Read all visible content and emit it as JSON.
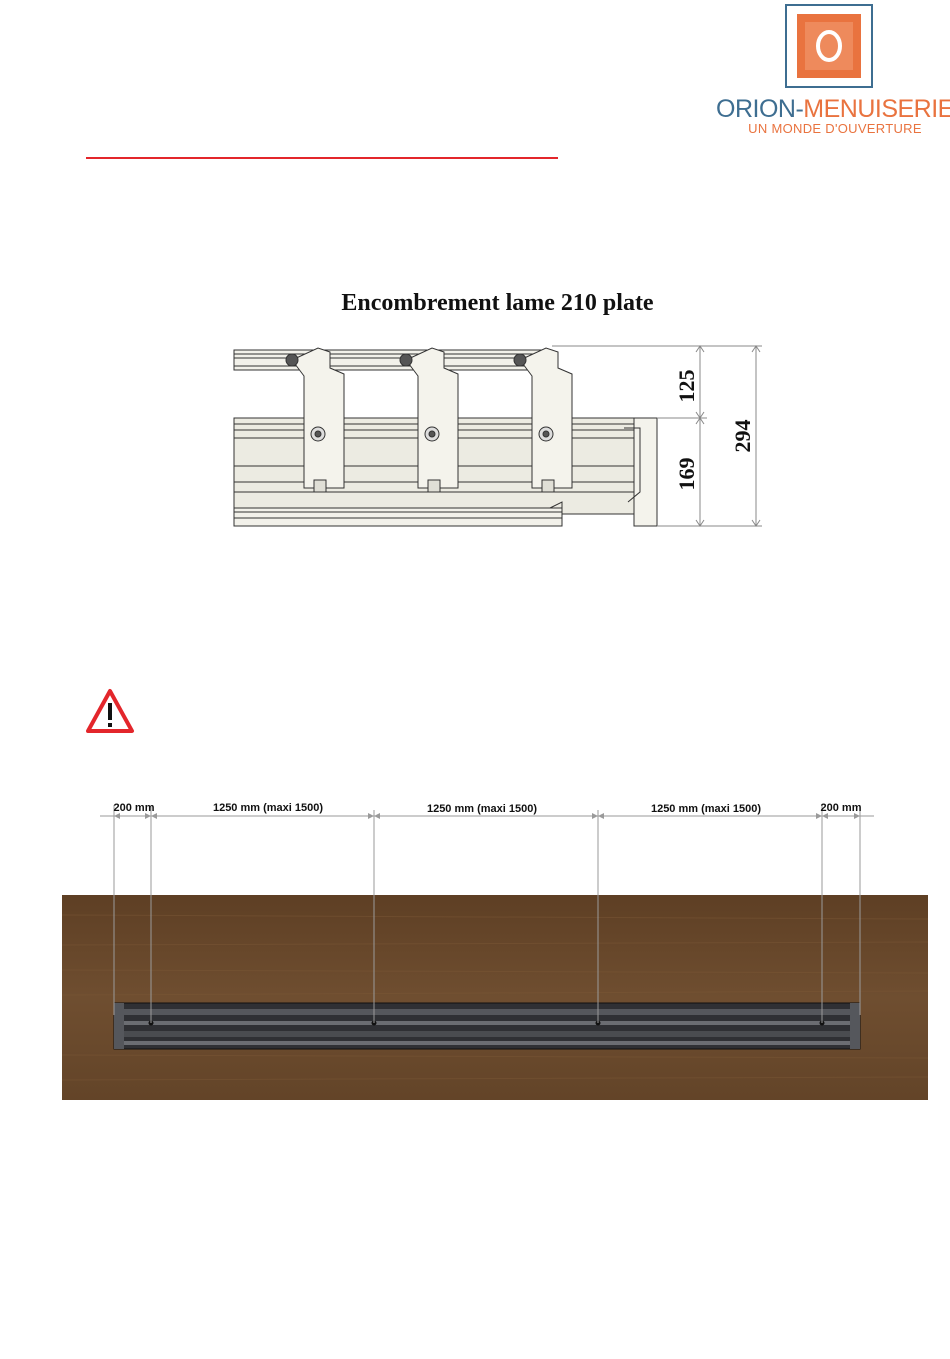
{
  "logo": {
    "name_prefix": "ORION-",
    "name_suffix": "MENUISERIES",
    "tagline": "UN MONDE D'OUVERTURE",
    "colors": {
      "blue": "#3e6e91",
      "orange": "#e9733f"
    }
  },
  "figure": {
    "title": "Encombrement lame 210 plate",
    "dims": {
      "upper": "125",
      "lower": "169",
      "total": "294"
    }
  },
  "warning": {
    "icon": "warning-triangle-icon",
    "color": "#e3262b"
  },
  "install": {
    "labels": [
      "200 mm",
      "1250 mm (maxi 1500)",
      "1250 mm (maxi 1500)",
      "1250 mm (maxi 1500)",
      "200 mm"
    ],
    "colors": {
      "wood": "#6a4a2c",
      "rail": "#3a3b3f"
    }
  },
  "accent": "#e3262b"
}
